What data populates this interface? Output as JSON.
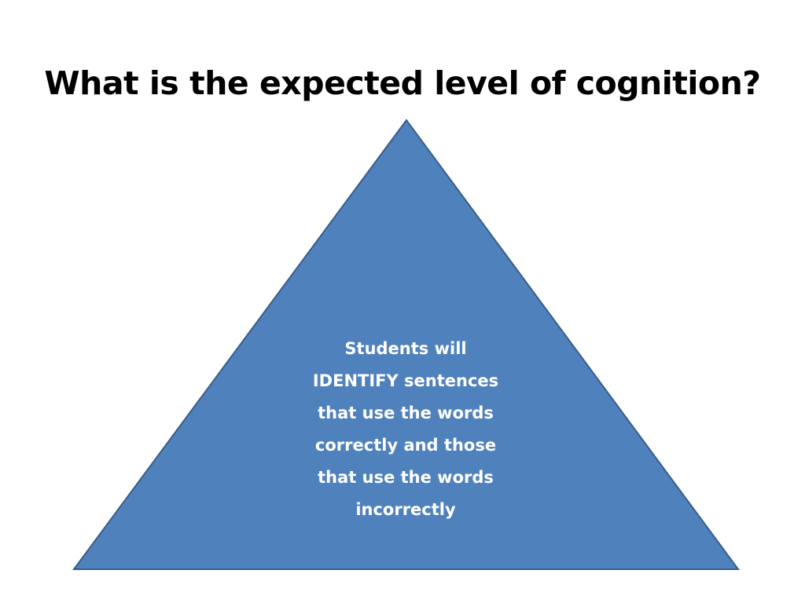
{
  "slide": {
    "title": "What is the expected level of cognition?",
    "pyramid": {
      "fill_color": "#4f81bd",
      "stroke_color": "#385d8a",
      "lines": [
        "Students will",
        "IDENTIFY sentences",
        "that use the words",
        "correctly and those",
        "that use the words",
        "incorrectly"
      ]
    }
  }
}
